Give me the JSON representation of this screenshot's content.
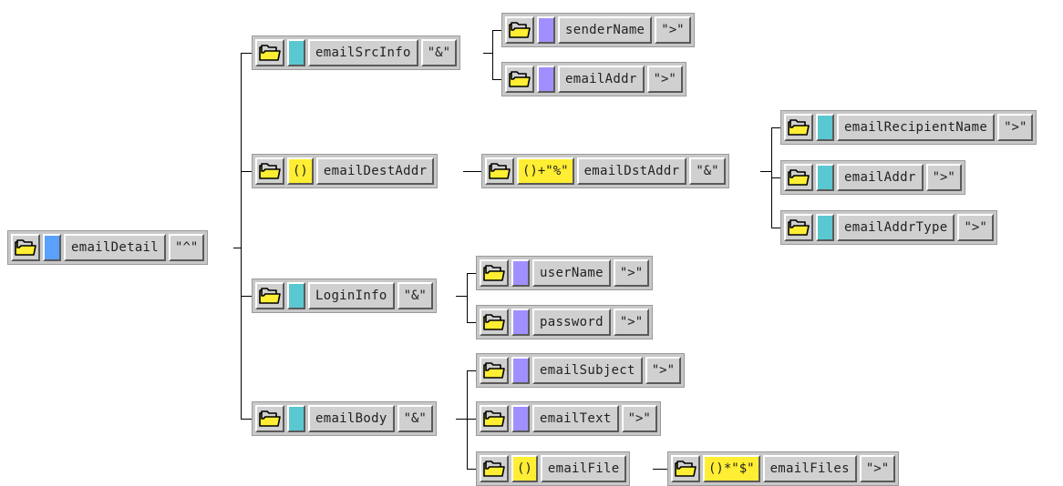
{
  "colors": {
    "group": "#5ac8d0",
    "root": "#5aa0ff",
    "leaf": "#a090ff",
    "quantifier": "#ffee33"
  },
  "nodes": {
    "emailDetail": {
      "name": "emailDetail",
      "sep": "\"^\""
    },
    "emailSrcInfo": {
      "name": "emailSrcInfo",
      "sep": "\"&\""
    },
    "senderName": {
      "name": "senderName",
      "sep": "\">\""
    },
    "emailAddr1": {
      "name": "emailAddr",
      "sep": "\">\""
    },
    "emailDestAddr": {
      "name": "emailDestAddr",
      "quant": "()"
    },
    "emailDstAddr": {
      "name": "emailDstAddr",
      "quant": "()+\"%\"",
      "sep": "\"&\""
    },
    "emailRecipientName": {
      "name": "emailRecipientName",
      "sep": "\">\""
    },
    "emailAddr2": {
      "name": "emailAddr",
      "sep": "\">\""
    },
    "emailAddrType": {
      "name": "emailAddrType",
      "sep": "\">\""
    },
    "LoginInfo": {
      "name": "LoginInfo",
      "sep": "\"&\""
    },
    "userName": {
      "name": "userName",
      "sep": "\">\""
    },
    "password": {
      "name": "password",
      "sep": "\">\""
    },
    "emailBody": {
      "name": "emailBody",
      "sep": "\"&\""
    },
    "emailSubject": {
      "name": "emailSubject",
      "sep": "\">\""
    },
    "emailText": {
      "name": "emailText",
      "sep": "\">\""
    },
    "emailFile": {
      "name": "emailFile",
      "quant": "()"
    },
    "emailFiles": {
      "name": "emailFiles",
      "quant": "()*\"$\"",
      "sep": "\">\""
    }
  }
}
